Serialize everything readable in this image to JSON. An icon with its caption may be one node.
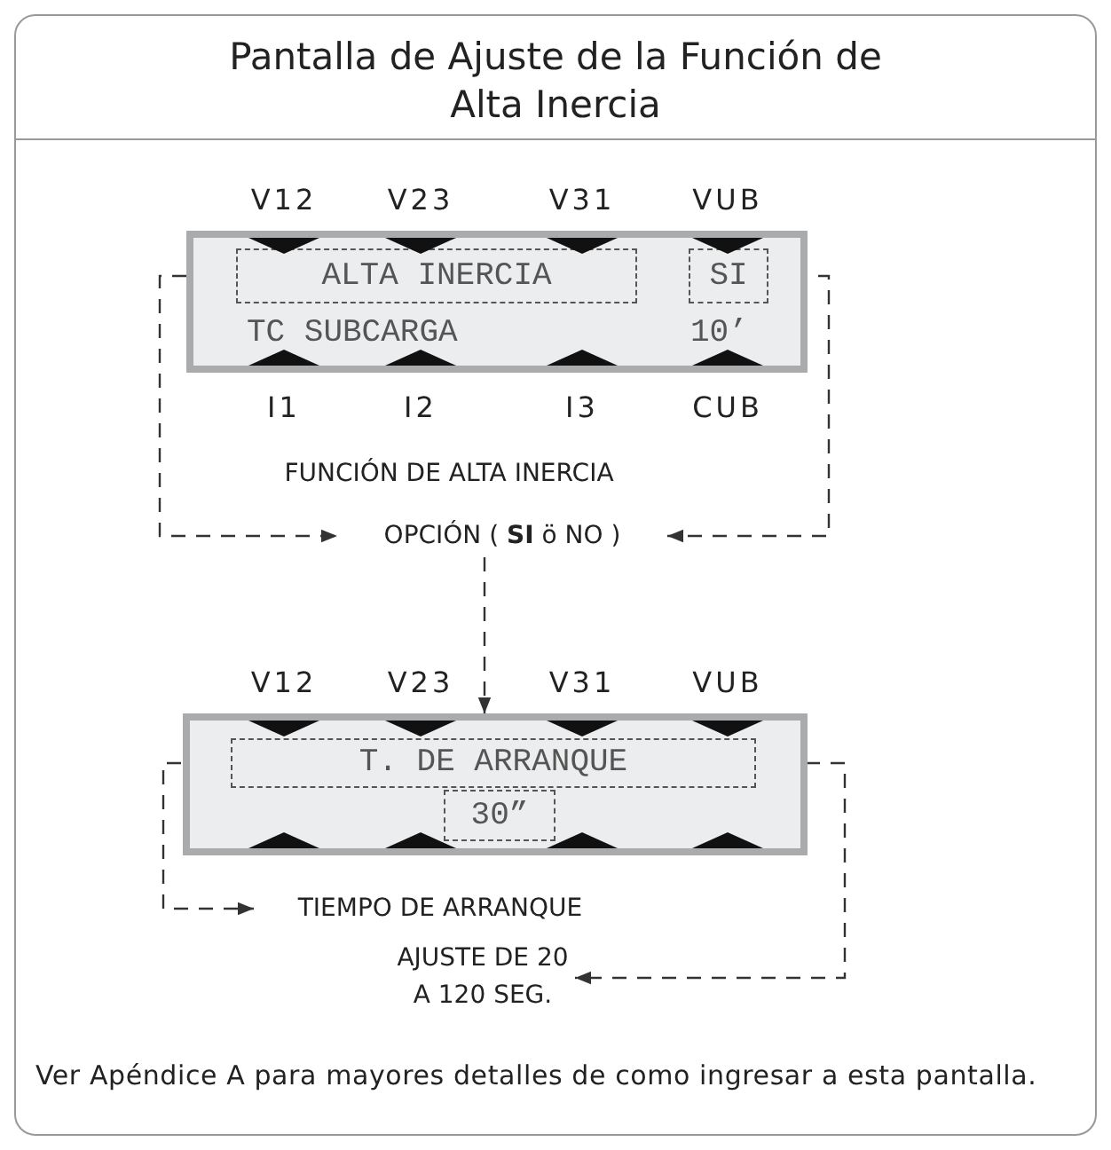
{
  "diagram": {
    "title": "Pantalla de Ajuste de la Función de Alta Inercia",
    "caption": "Ver Apéndice A para mayores detalles de como ingresar a esta pantalla.",
    "nodes": [
      {
        "text": [
          "TC SUBCARGA",
          "10’"
        ]
      },
      {
        "text": [
          "ALTA INERCIA"
        ],
        "in": 0
      },
      {
        "text": [
          "SI"
        ],
        "in": 0
      },
      {
        "text": [
          "OPCIÓN ( **SI** ö NO )"
        ]
      },
      {
        "text": [],
        "shape": "box"
      },
      {
        "text": [
          "T. DE ARRANQUE"
        ],
        "in": 4
      },
      {
        "text": [
          "30”"
        ],
        "in": 4
      },
      {
        "text": [
          "TIEMPO DE ARRANQUE"
        ]
      },
      {
        "text": [
          "AJUSTE DE 20 A 120 SEG."
        ]
      }
    ],
    "edges": [
      {
        "from": 1,
        "to": 3,
        "arrow": "to",
        "style": "dashed"
      },
      {
        "from": 2,
        "to": 3,
        "arrow": "to",
        "style": "dashed"
      },
      {
        "from": 3,
        "to": 4,
        "arrow": "to",
        "style": "dashed"
      },
      {
        "from": 5,
        "to": 7,
        "arrow": "to",
        "style": "dashed"
      },
      {
        "from": 5,
        "to": 8,
        "arrow": "to",
        "style": "dashed"
      }
    ],
    "labels": [
      "V12",
      "V23",
      "V31",
      "VUB",
      "I1",
      "I2",
      "I3",
      "CUB",
      "FUNCIÓN DE ALTA INERCIA",
      "V12",
      "V23",
      "V31",
      "VUB"
    ]
  }
}
